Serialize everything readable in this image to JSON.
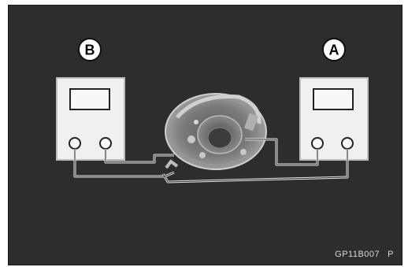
{
  "labels": {
    "left_meter": "B",
    "right_meter": "A"
  },
  "caption": {
    "code": "GP11B007",
    "suffix": "P"
  },
  "colors": {
    "background": "#2d2d2d",
    "wire": "#e8e8e8",
    "meter_face": "#efefef"
  },
  "components": {
    "left_meter": "multimeter",
    "right_meter": "multimeter",
    "center_part": "ignition-pickup-assembly"
  }
}
